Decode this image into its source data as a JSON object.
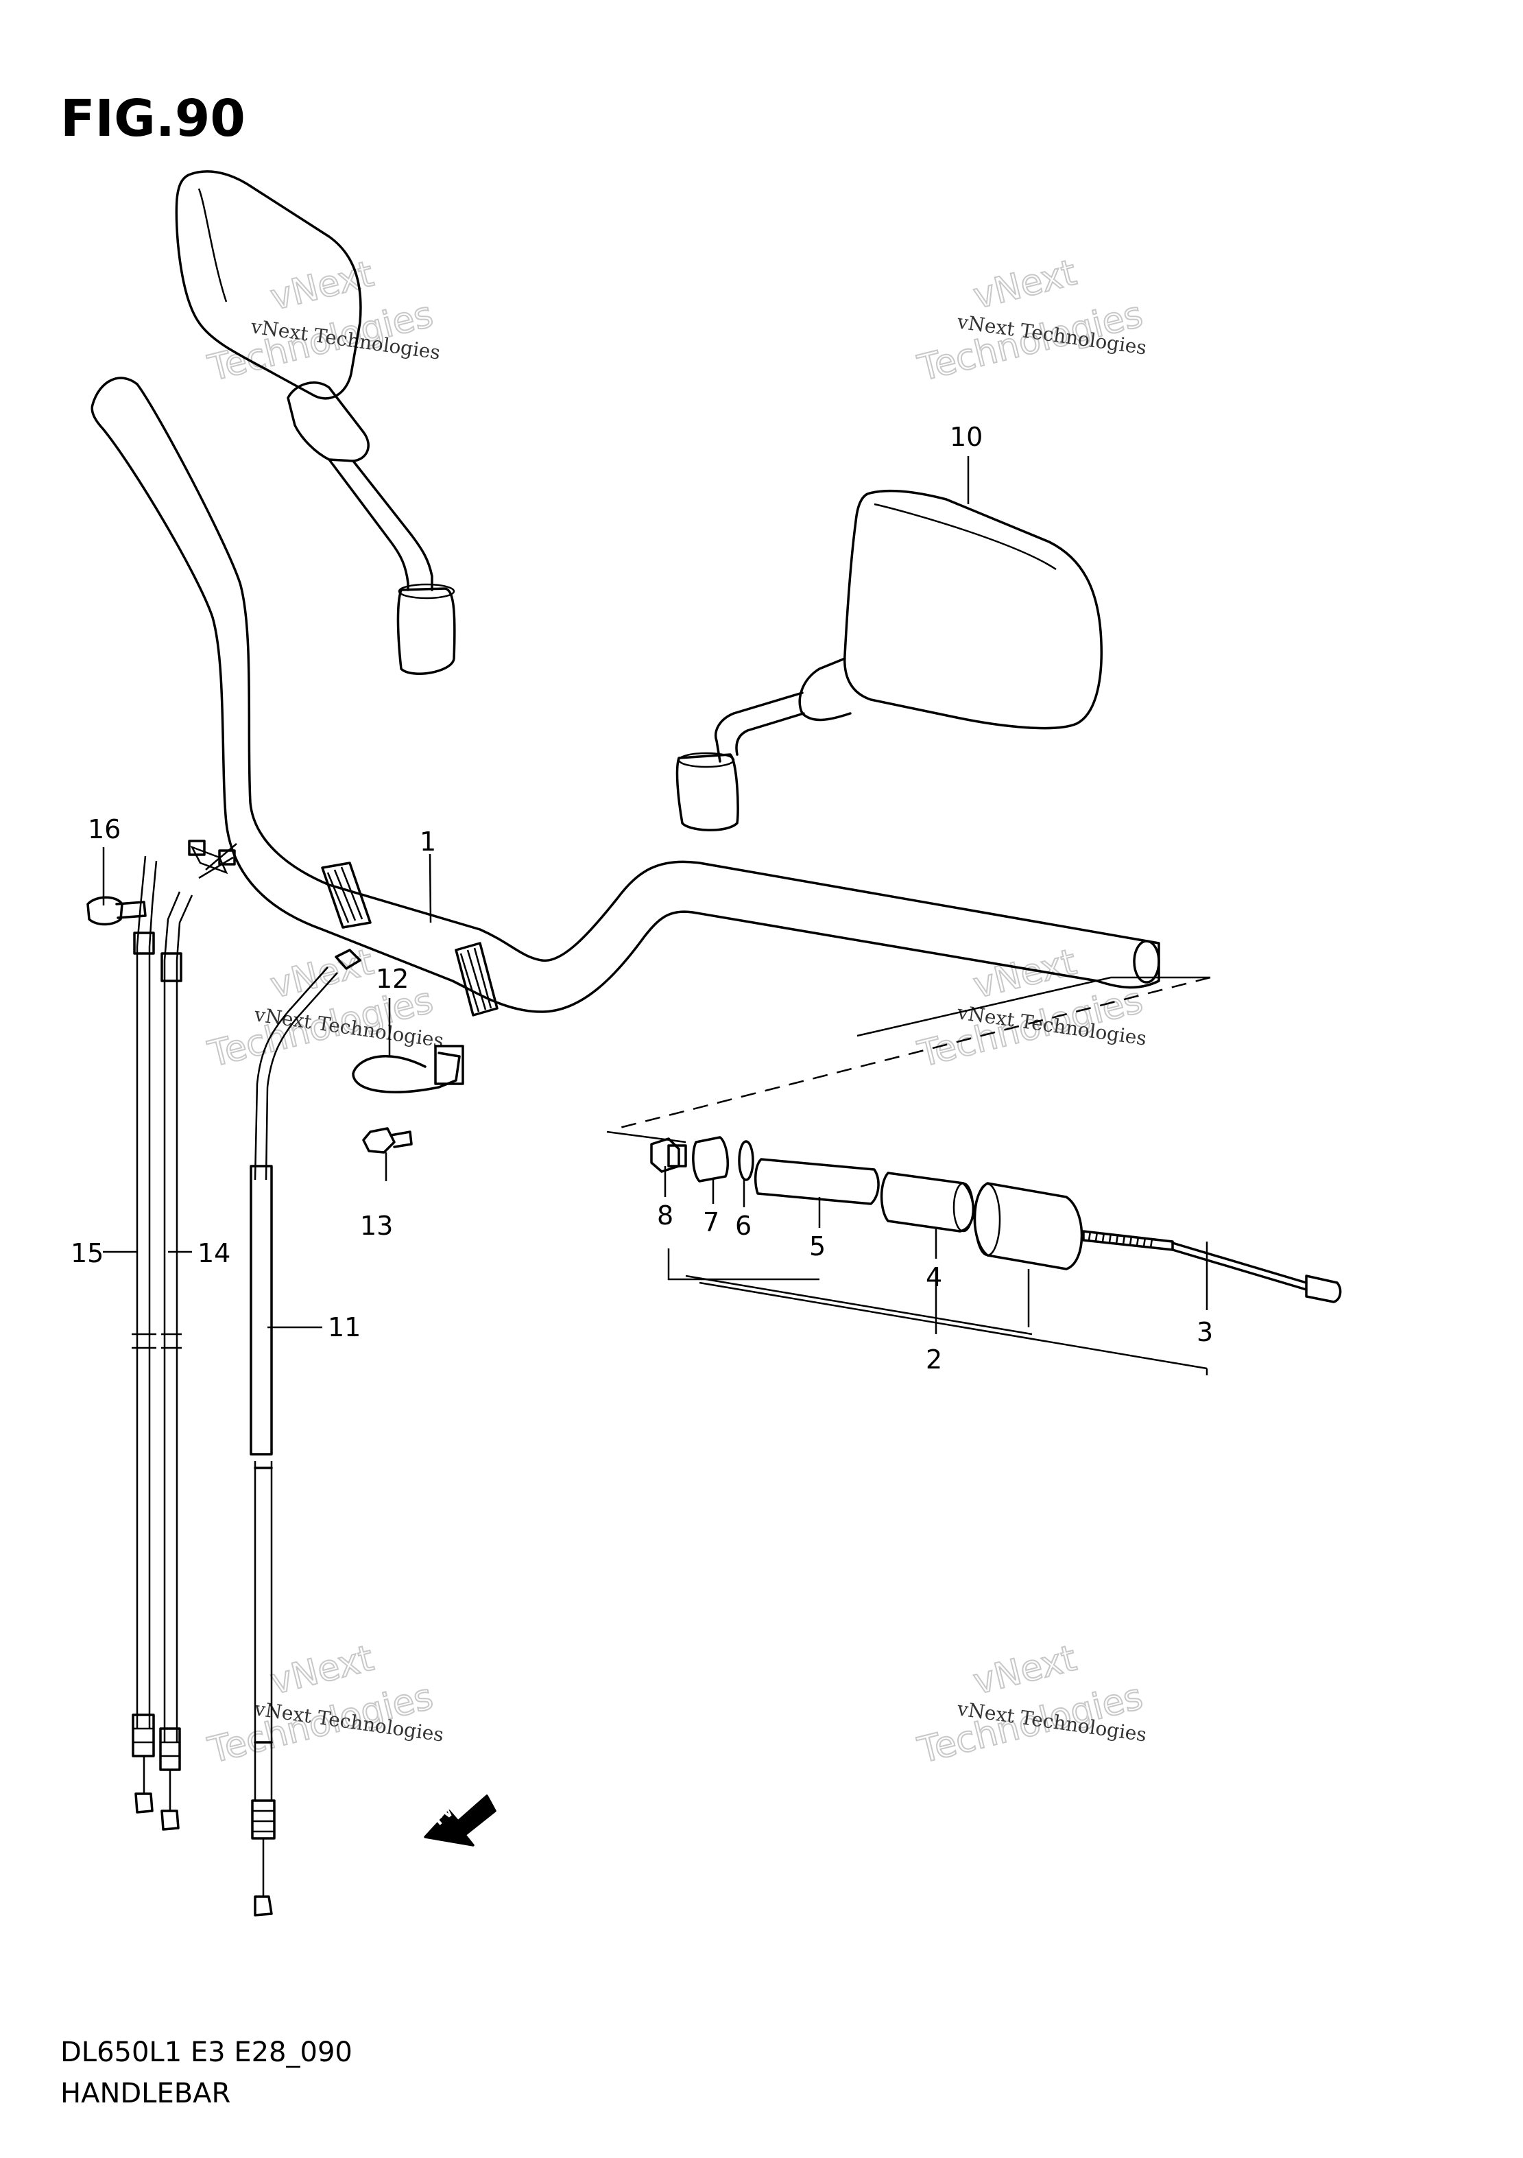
{
  "figure": {
    "title": "FIG.90"
  },
  "footer": {
    "code": "DL650L1 E3 E28_090",
    "name": "HANDLEBAR"
  },
  "watermark": {
    "line1": "vNext Technologies",
    "line2": "vNext",
    "line3": "Technologies"
  },
  "fwd_label": "FWD",
  "callouts": [
    "1",
    "2",
    "3",
    "4",
    "5",
    "6",
    "7",
    "8",
    "10",
    "11",
    "12",
    "13",
    "14",
    "15",
    "16"
  ]
}
